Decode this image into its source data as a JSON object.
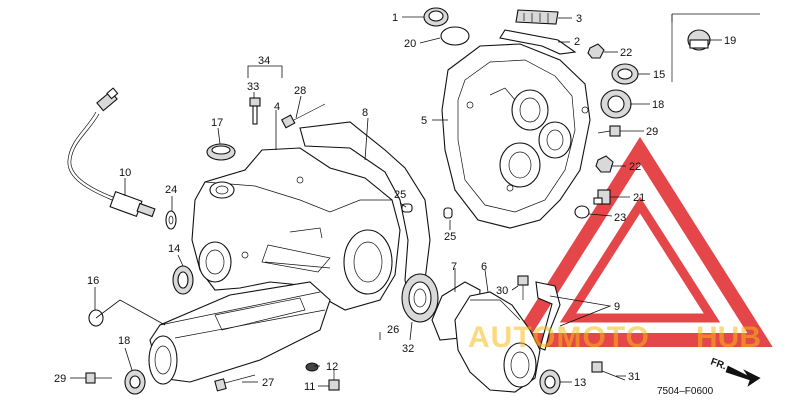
{
  "diagram": {
    "drawing_code": "7504–F0600",
    "direction_label": "FR.",
    "watermark": {
      "word_a": "AUTOMOTO",
      "word_b": "HUB",
      "accent": "#e0262a",
      "letter_accent": "#f5b915"
    },
    "callouts": {
      "c1": "1",
      "c2": "2",
      "c3": "3",
      "c4": "4",
      "c5": "5",
      "c6": "6",
      "c7": "7",
      "c8": "8",
      "c9": "9",
      "c10": "10",
      "c11": "11",
      "c12": "12",
      "c13": "13",
      "c14": "14",
      "c15": "15",
      "c16": "16",
      "c17": "17",
      "c18a": "18",
      "c18b": "18",
      "c19": "19",
      "c20": "20",
      "c21": "21",
      "c22a": "22",
      "c22b": "22",
      "c23": "23",
      "c24": "24",
      "c25a": "25",
      "c25b": "25",
      "c26": "26",
      "c27": "27",
      "c28": "28",
      "c29a": "29",
      "c29b": "29",
      "c30": "30",
      "c31": "31",
      "c32": "32",
      "c33": "33",
      "c34": "34"
    }
  }
}
